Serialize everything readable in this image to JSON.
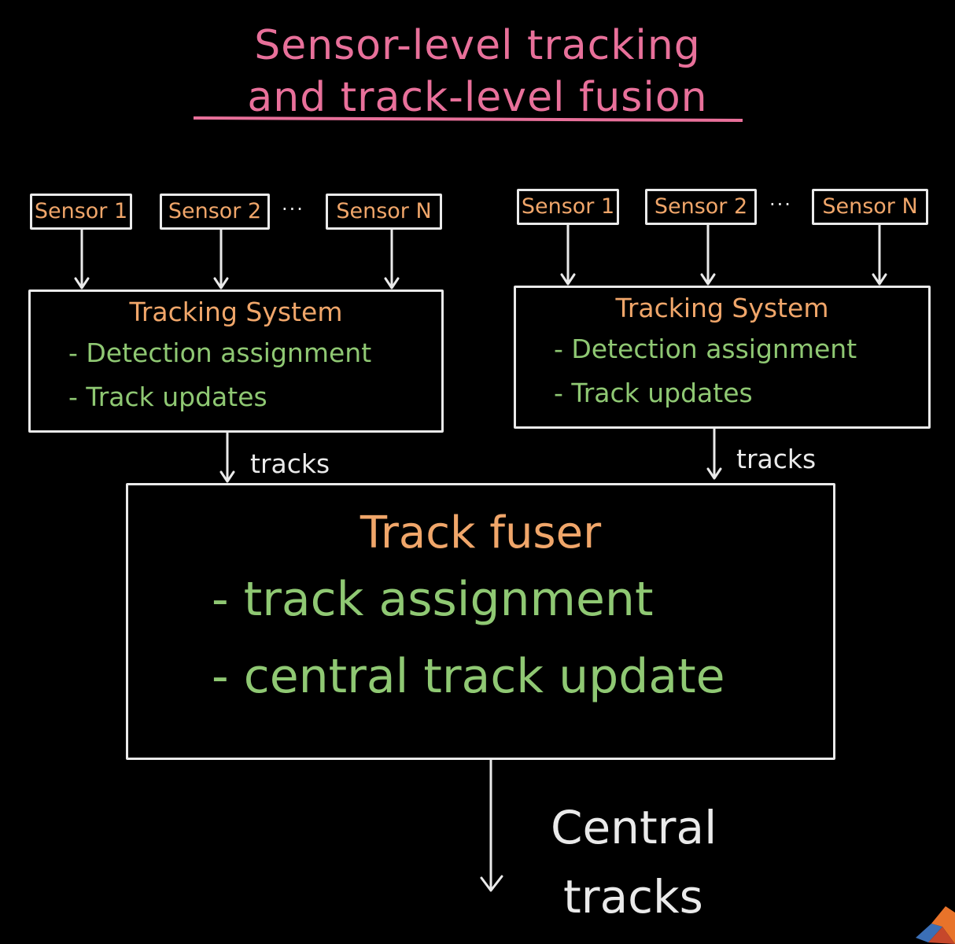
{
  "title": {
    "line1": "Sensor-level tracking",
    "line2": "and track-level fusion"
  },
  "left_group": {
    "sensors": [
      "Sensor 1",
      "Sensor 2",
      "Sensor N"
    ],
    "ellipsis": "···",
    "system_title": "Tracking System",
    "items": [
      "- Detection assignment",
      "- Track updates"
    ],
    "output_label": "tracks"
  },
  "right_group": {
    "sensors": [
      "Sensor 1",
      "Sensor 2",
      "Sensor N"
    ],
    "ellipsis": "···",
    "system_title": "Tracking System",
    "items": [
      "- Detection assignment",
      "- Track updates"
    ],
    "output_label": "tracks"
  },
  "fuser": {
    "title": "Track fuser",
    "items": [
      "- track assignment",
      "- central track update"
    ]
  },
  "output": {
    "line1": "Central",
    "line2": "tracks"
  },
  "colors": {
    "background": "#000000",
    "title": "#e8709a",
    "box_text": "#f0a66a",
    "list_text": "#8fc873",
    "line": "#eaeaea",
    "label": "#eaeaea"
  },
  "icons": {
    "corner_logo": "matlab-logo-icon"
  }
}
